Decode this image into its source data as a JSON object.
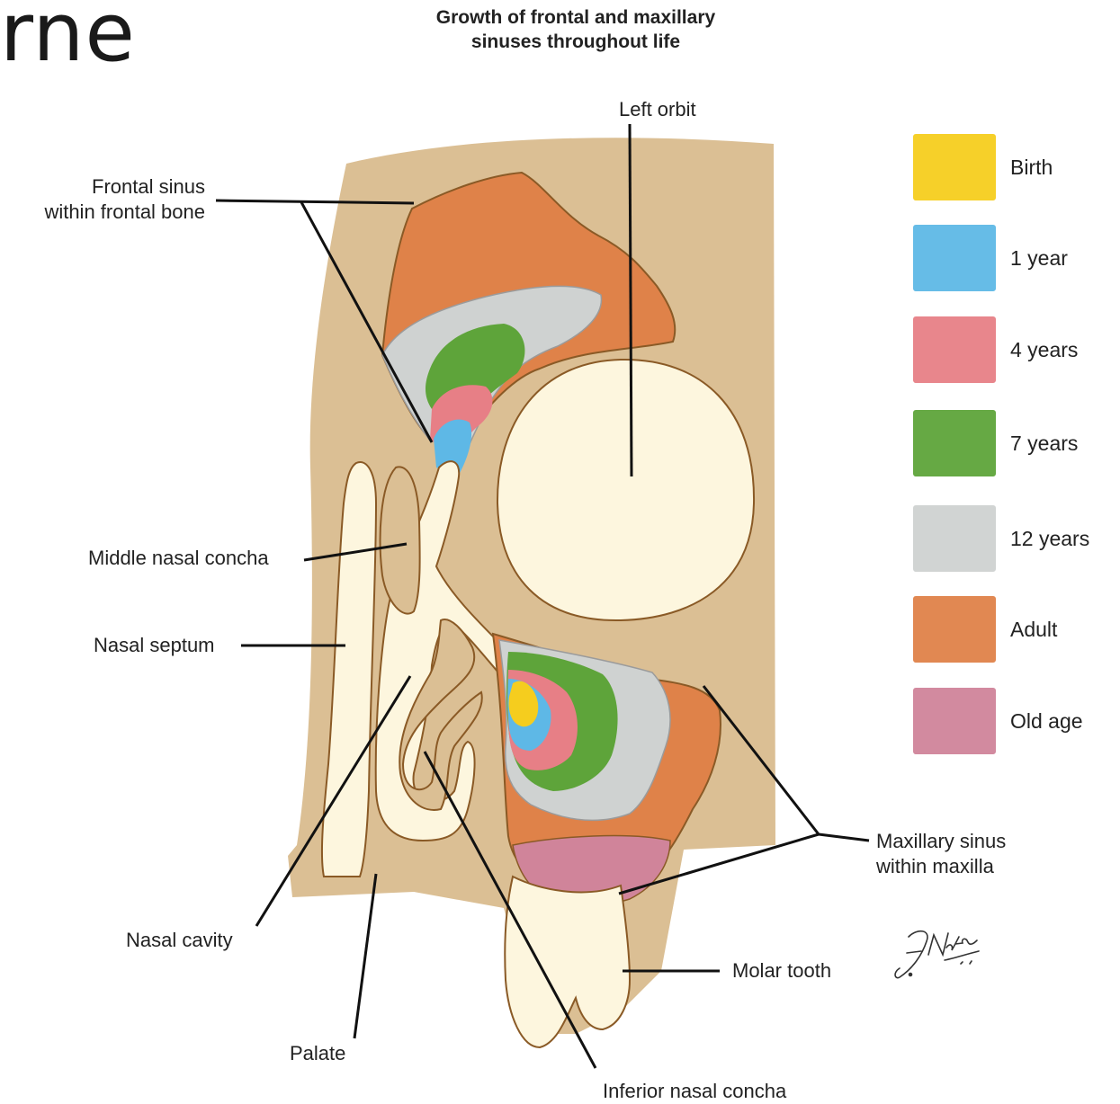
{
  "slide_fragment": "rne",
  "title_line1": "Growth of frontal and maxillary",
  "title_line2": "sinuses throughout life",
  "labels": {
    "left_orbit": "Left orbit",
    "frontal_sinus_line1": "Frontal sinus",
    "frontal_sinus_line2": "within frontal bone",
    "middle_nasal_concha": "Middle nasal concha",
    "nasal_septum": "Nasal septum",
    "nasal_cavity": "Nasal cavity",
    "palate": "Palate",
    "inferior_nasal_concha": "Inferior nasal concha",
    "molar_tooth": "Molar tooth",
    "maxillary_sinus_line1": "Maxillary sinus",
    "maxillary_sinus_line2": "within maxilla"
  },
  "legend": [
    {
      "label": "Birth",
      "color": "#f5cd1e"
    },
    {
      "label": "1 year",
      "color": "#5eb8e6"
    },
    {
      "label": "4 years",
      "color": "#e77f86"
    },
    {
      "label": "7 years",
      "color": "#5ea43a"
    },
    {
      "label": "12 years",
      "color": "#cfd2d1"
    },
    {
      "label": "Adult",
      "color": "#df8249"
    },
    {
      "label": "Old age",
      "color": "#d0849a"
    }
  ],
  "colors": {
    "bone": "#dbbf94",
    "cavity": "#fdf6de",
    "outline": "#8a5a26",
    "leader": "#111111"
  }
}
